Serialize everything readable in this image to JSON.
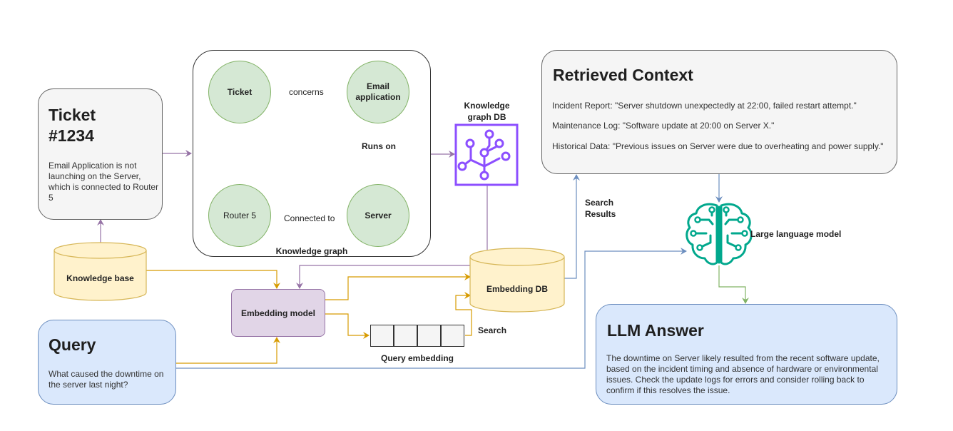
{
  "colors": {
    "green_fill": "#d5e8d4",
    "green_stroke": "#82b366",
    "yellow_fill": "#fff2cc",
    "yellow_stroke": "#d6b656",
    "blue_fill": "#dae8fc",
    "blue_stroke": "#6c8ebf",
    "purple_fill": "#e1d5e7",
    "purple_stroke": "#9673a6",
    "gray_fill": "#f5f5f5",
    "orange_arrow": "#d79b00",
    "kg_icon": "#8c4fff",
    "llm_icon": "#01a88d"
  },
  "ticket": {
    "title_line1": "Ticket",
    "title_line2": "#1234",
    "text": "Email Application is not launching on the Server, which is connected to Router 5"
  },
  "knowledge_graph": {
    "label": "Knowledge graph",
    "nodes": {
      "ticket": "Ticket",
      "email_app": "Email application",
      "server": "Server",
      "router": "Router 5"
    },
    "edges": {
      "concerns": "concerns",
      "runs_on": "Runs on",
      "connected_to": "Connected to"
    }
  },
  "kg_db": {
    "label": "Knowledge graph DB",
    "icon": "knowledge-graph-icon"
  },
  "retrieved_context": {
    "title": "Retrieved Context",
    "incident": "Incident Report: \"Server shutdown unexpectedly at 22:00, failed restart attempt.\"",
    "maintenance": "Maintenance Log: \"Software update at 20:00 on Server X.\"",
    "historical": "Historical Data: \"Previous issues on Server were due to overheating and power supply.\""
  },
  "search_results_label": "Search Results",
  "llm": {
    "label": "Large language model",
    "icon": "brain-circuit-icon"
  },
  "knowledge_base": {
    "label": "Knowledge base"
  },
  "embedding_model": {
    "label": "Embedding model"
  },
  "embedding_db": {
    "label": "Embedding DB"
  },
  "query_embedding": {
    "label": "Query embedding",
    "search_label": "Search"
  },
  "query": {
    "title": "Query",
    "text": "What caused the downtime on the server last night?"
  },
  "answer": {
    "title": "LLM Answer",
    "text": "The downtime on Server likely resulted from the recent software update, based on the incident timing and absence of hardware or environmental issues. Check the update logs for errors and consider rolling back to confirm if this resolves the issue."
  }
}
